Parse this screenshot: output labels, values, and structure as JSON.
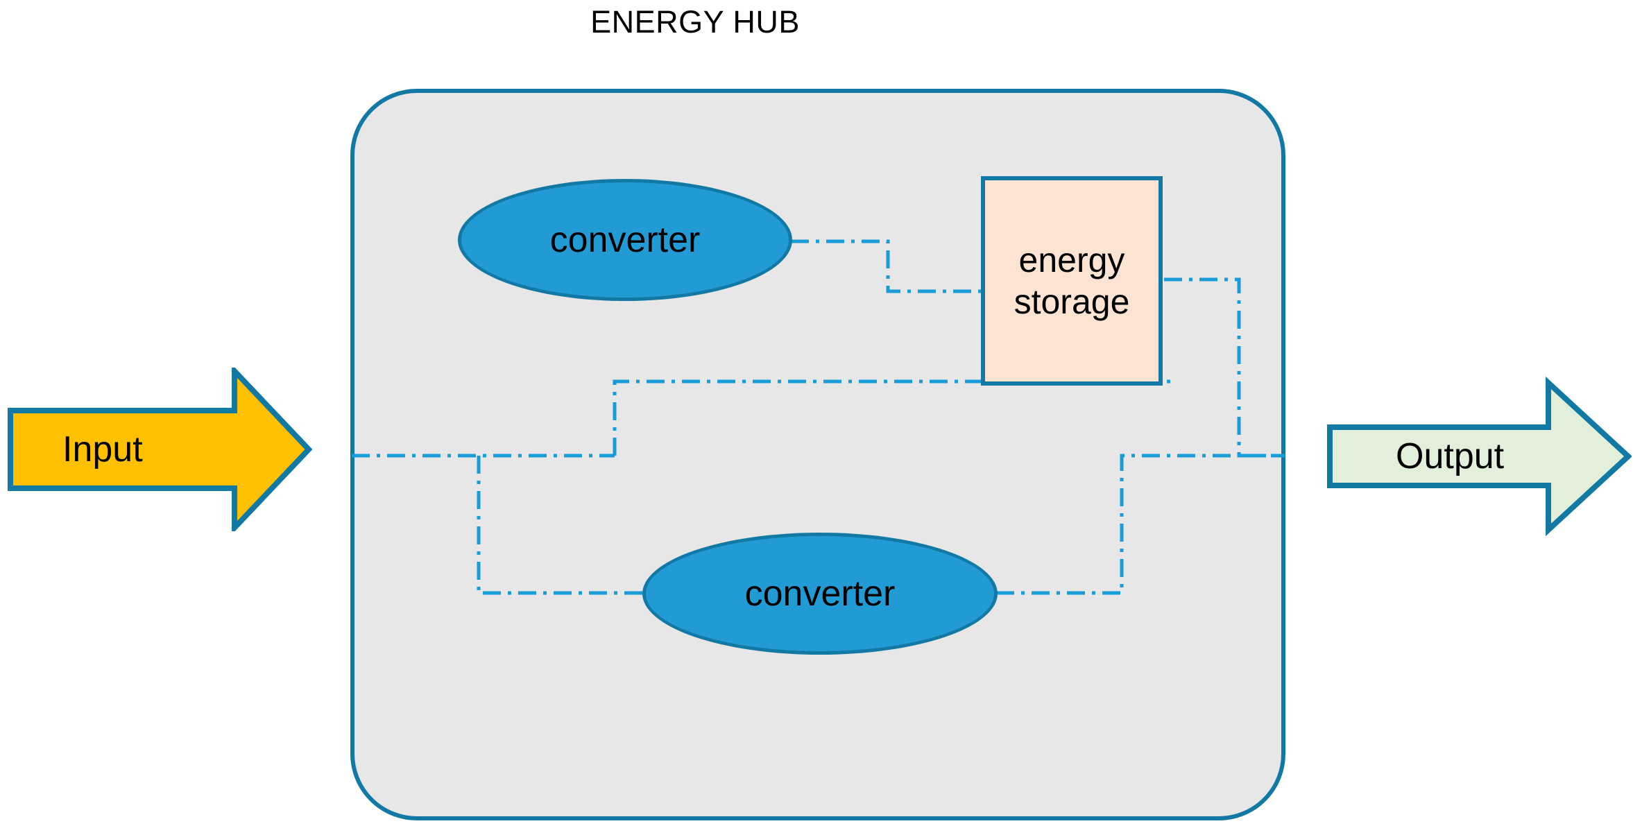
{
  "diagram": {
    "title": "ENERGY HUB",
    "nodes": {
      "converter_top": {
        "label": "converter"
      },
      "converter_bottom": {
        "label": "converter"
      },
      "energy_storage": {
        "label_line1": "energy",
        "label_line2": "storage"
      }
    },
    "arrows": {
      "input": {
        "label": "Input"
      },
      "output": {
        "label": "Output"
      }
    },
    "colors": {
      "hub_fill": "#e7e7e7",
      "hub_border": "#1279a5",
      "converter_fill": "#229bd4",
      "converter_border": "#1279a5",
      "storage_fill": "#fce3d2",
      "storage_border": "#1279a5",
      "input_arrow_fill": "#ffc000",
      "input_arrow_border": "#1279a5",
      "output_arrow_fill": "#e2efda",
      "output_arrow_border": "#1279a5",
      "connector_line": "#189cd8",
      "text": "#000000",
      "background": "#ffffff"
    },
    "connections": [
      {
        "from": "input",
        "to": "hub-left-bus"
      },
      {
        "from": "hub-left-bus",
        "to": "converter_top"
      },
      {
        "from": "hub-left-bus",
        "to": "converter_bottom"
      },
      {
        "from": "converter_top",
        "to": "energy_storage"
      },
      {
        "from": "energy_storage",
        "to": "hub-right-bus"
      },
      {
        "from": "converter_bottom",
        "to": "hub-right-bus"
      },
      {
        "from": "hub-right-bus",
        "to": "output"
      }
    ],
    "connector_style": "dash-dot"
  }
}
